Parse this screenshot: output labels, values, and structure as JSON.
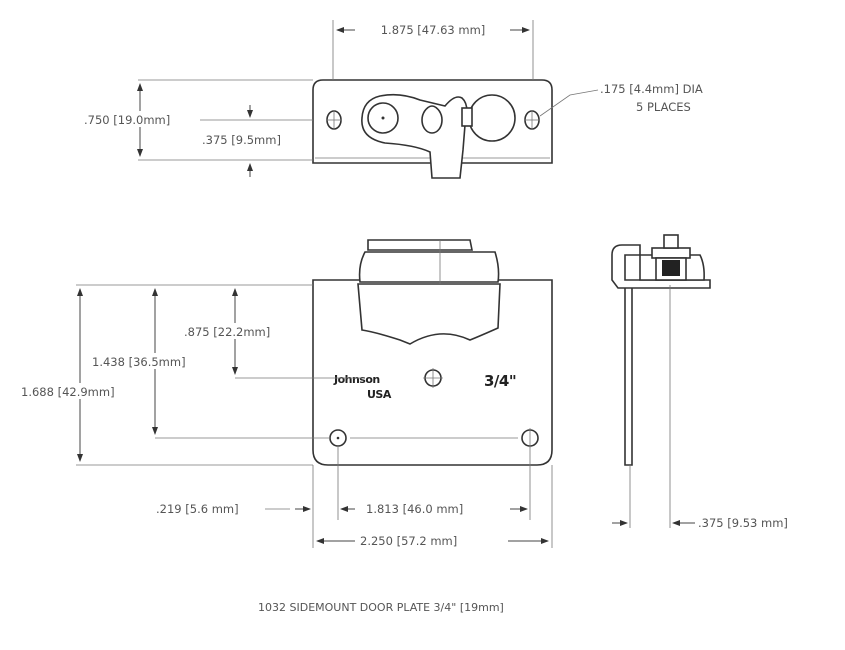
{
  "top_view": {
    "width_dim": "1.875 [47.63 mm]",
    "height_dim": ".750 [19.0mm]",
    "half_height_dim": ".375 [9.5mm]",
    "hole_note_line1": ".175 [4.4mm] DIA",
    "hole_note_line2": "5 PLACES"
  },
  "front_view": {
    "logo_line1": "Johnson",
    "logo_line2": "USA",
    "size_mark": "3/4\"",
    "dim_overall_height": "1.688 [42.9mm]",
    "dim_hole_height": "1.438 [36.5mm]",
    "dim_center_height": ".875 [22.2mm]",
    "dim_edge_offset": ".219 [5.6 mm]",
    "dim_hole_spacing": "1.813 [46.0 mm]",
    "dim_overall_width": "2.250 [57.2 mm]"
  },
  "side_view": {
    "dim_offset": ".375 [9.53 mm]"
  },
  "caption": "1032 SIDEMOUNT DOOR PLATE 3/4\" [19mm]"
}
